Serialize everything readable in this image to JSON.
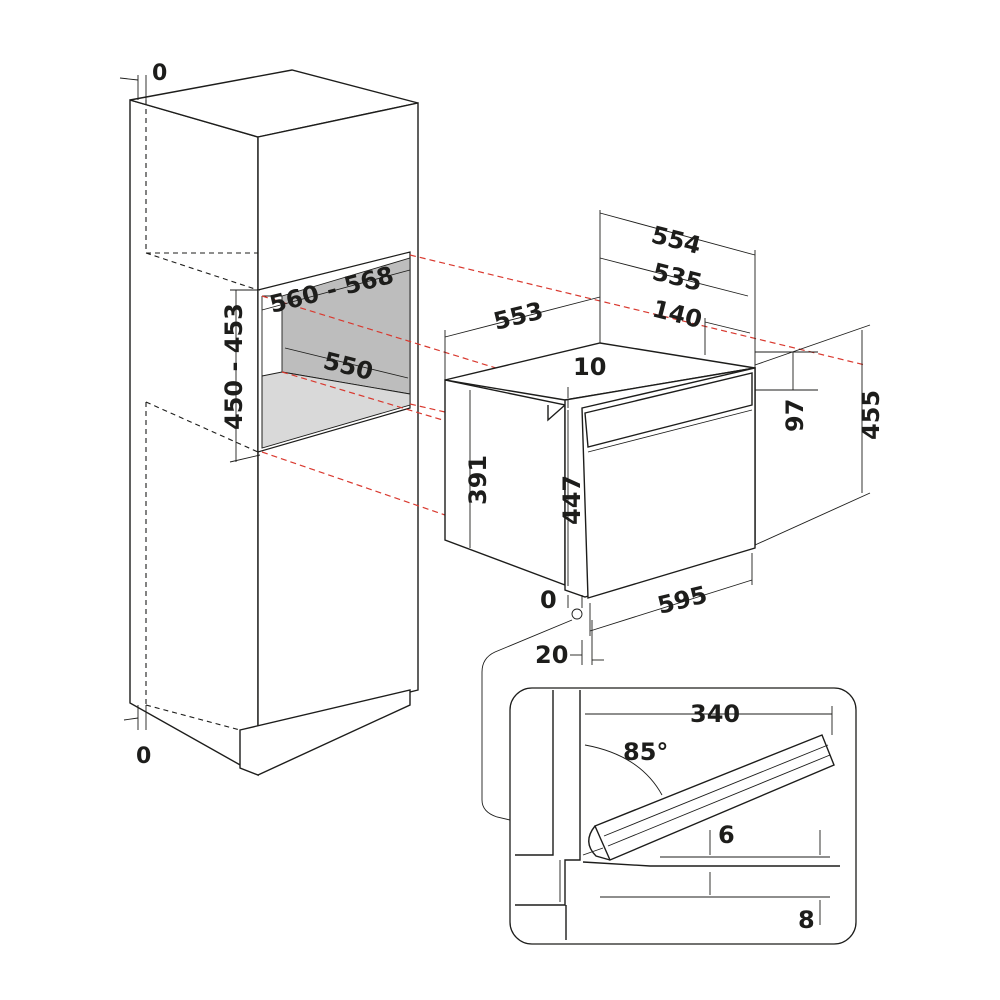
{
  "dimensions": {
    "cabinet_top_offset": "0",
    "cabinet_bottom_offset": "0",
    "niche_width": "560 - 568",
    "niche_height": "450 - 453",
    "niche_depth": "550",
    "oven_total_depth": "554",
    "oven_body_depth_a": "535",
    "oven_body_depth_b": "553",
    "oven_rear_section": "140",
    "front_panel_offset": "10",
    "control_panel_height": "97",
    "front_height": "455",
    "body_height_side": "391",
    "body_height_front": "447",
    "front_width": "595",
    "bottom_offset": "0",
    "door_thickness": "20",
    "door_open_depth": "340",
    "door_angle": "85°",
    "gap_top": "6",
    "gap_bottom": "8"
  },
  "colors": {
    "line": "#1d1d1b",
    "niche_fill": "#bdbdbd",
    "niche_floor": "#d9d9d9",
    "projection": "#d9392f"
  }
}
